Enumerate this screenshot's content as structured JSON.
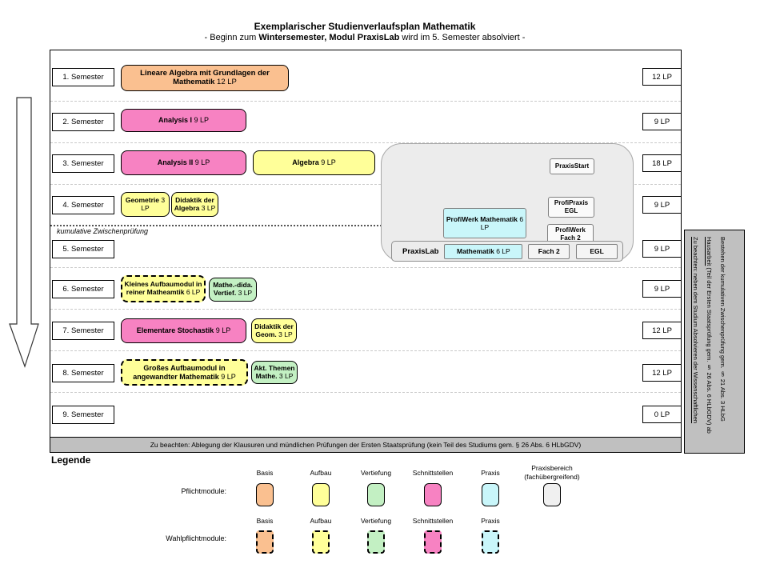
{
  "header": {
    "title": "Exemplarischer Studienverlaufsplan Mathematik",
    "subtitle_pre": "- Beginn zum ",
    "subtitle_bold": "Wintersemester, Modul PraxisLab",
    "subtitle_post": " wird im 5. Semester absolviert -"
  },
  "semesters": [
    {
      "label": "1. Semester",
      "lp": "12 LP"
    },
    {
      "label": "2. Semester",
      "lp": "9 LP"
    },
    {
      "label": "3. Semester",
      "lp": "18 LP"
    },
    {
      "label": "4. Semester",
      "lp": "9 LP"
    },
    {
      "label": "5. Semester",
      "lp": "9 LP"
    },
    {
      "label": "6. Semester",
      "lp": "9 LP"
    },
    {
      "label": "7. Semester",
      "lp": "12 LP"
    },
    {
      "label": "8. Semester",
      "lp": "12 LP"
    },
    {
      "label": "9. Semester",
      "lp": "0 LP"
    }
  ],
  "modules": {
    "r1a": {
      "name": "Lineare Algebra mit Grundlagen der Mathematik",
      "lp": "12 LP"
    },
    "r2a": {
      "name": "Analysis I",
      "lp": "9 LP"
    },
    "r3a": {
      "name": "Analysis II",
      "lp": "9 LP"
    },
    "r3b": {
      "name": "Algebra",
      "lp": "9 LP"
    },
    "r4a": {
      "name": "Geometrie",
      "lp": "3 LP"
    },
    "r4b": {
      "name": "Didaktik der Algebra",
      "lp": "3 LP"
    },
    "r6a": {
      "name": "Kleines Aufbaumodul in reiner Matheamtik",
      "lp": "6 LP"
    },
    "r6b": {
      "name": "Mathe.-dida. Vertief.",
      "lp": "3 LP"
    },
    "r7a": {
      "name": "Elementare Stochastik",
      "lp": "9 LP"
    },
    "r7b": {
      "name": "Didaktik der Geom.",
      "lp": "3 LP"
    },
    "r8a": {
      "name": "Großes Aufbaumodul in angewandter Mathematik",
      "lp": "9 LP"
    },
    "r8b": {
      "name": "Akt. Themen Mathe.",
      "lp": "3 LP"
    }
  },
  "zwischenpruefung": "kumulative Zwischenprüfung",
  "bubble": {
    "praxisstart": "PraxisStart",
    "profipraxis": "ProfiPraxis EGL",
    "profiwerk_fach": "ProfiWerk Fach 2",
    "profiwerk_mathe": "ProfiWerk Mathematik",
    "profiwerk_mathe_lp": "6 LP",
    "bar_label": "PraxisLab",
    "bar_mathe": "Mathematik",
    "bar_mathe_lp": "6 LP",
    "bar_fach": "Fach 2",
    "bar_egl": "EGL"
  },
  "notes": {
    "bottom": "Zu beachten: Ablegung der Klausuren und mündlichen Prüfungen der Ersten Staatsprüfung (kein Teil des Studiums gem. § 26 Abs. 6 HLbGDV)",
    "side_underlined": "Zu beachten: neben dem Studium Absolvieren der Wissenschaftlichen Hausarbeit",
    "side_rest": " (Teil der Ersten Staatsprüfung gem. § 26 Abs. 6 HLbGDV) ab Bestehen der kumulativen Zwischenprüfung gem. § 21 Abs. 3 HLbG"
  },
  "legend": {
    "title": "Legende",
    "pflicht_label": "Pflichtmodule:",
    "wahlpflicht_label": "Wahlpflichtmodule:",
    "cols": [
      "Basis",
      "Aufbau",
      "Vertiefung",
      "Schnittstellen",
      "Praxis"
    ],
    "praxisbereich_l1": "Praxisbereich",
    "praxisbereich_l2": "(fachübergreifend)"
  },
  "colors": {
    "basis": "#FAC090",
    "aufbau": "#FFFF99",
    "vertiefung": "#C3F0C3",
    "schnittstellen": "#F782C2",
    "praxis": "#C9F6FA",
    "praxisbereich": "#F0F0F0",
    "bubble_bg": "#ECECEC",
    "note_bg": "#C0C0C0"
  }
}
